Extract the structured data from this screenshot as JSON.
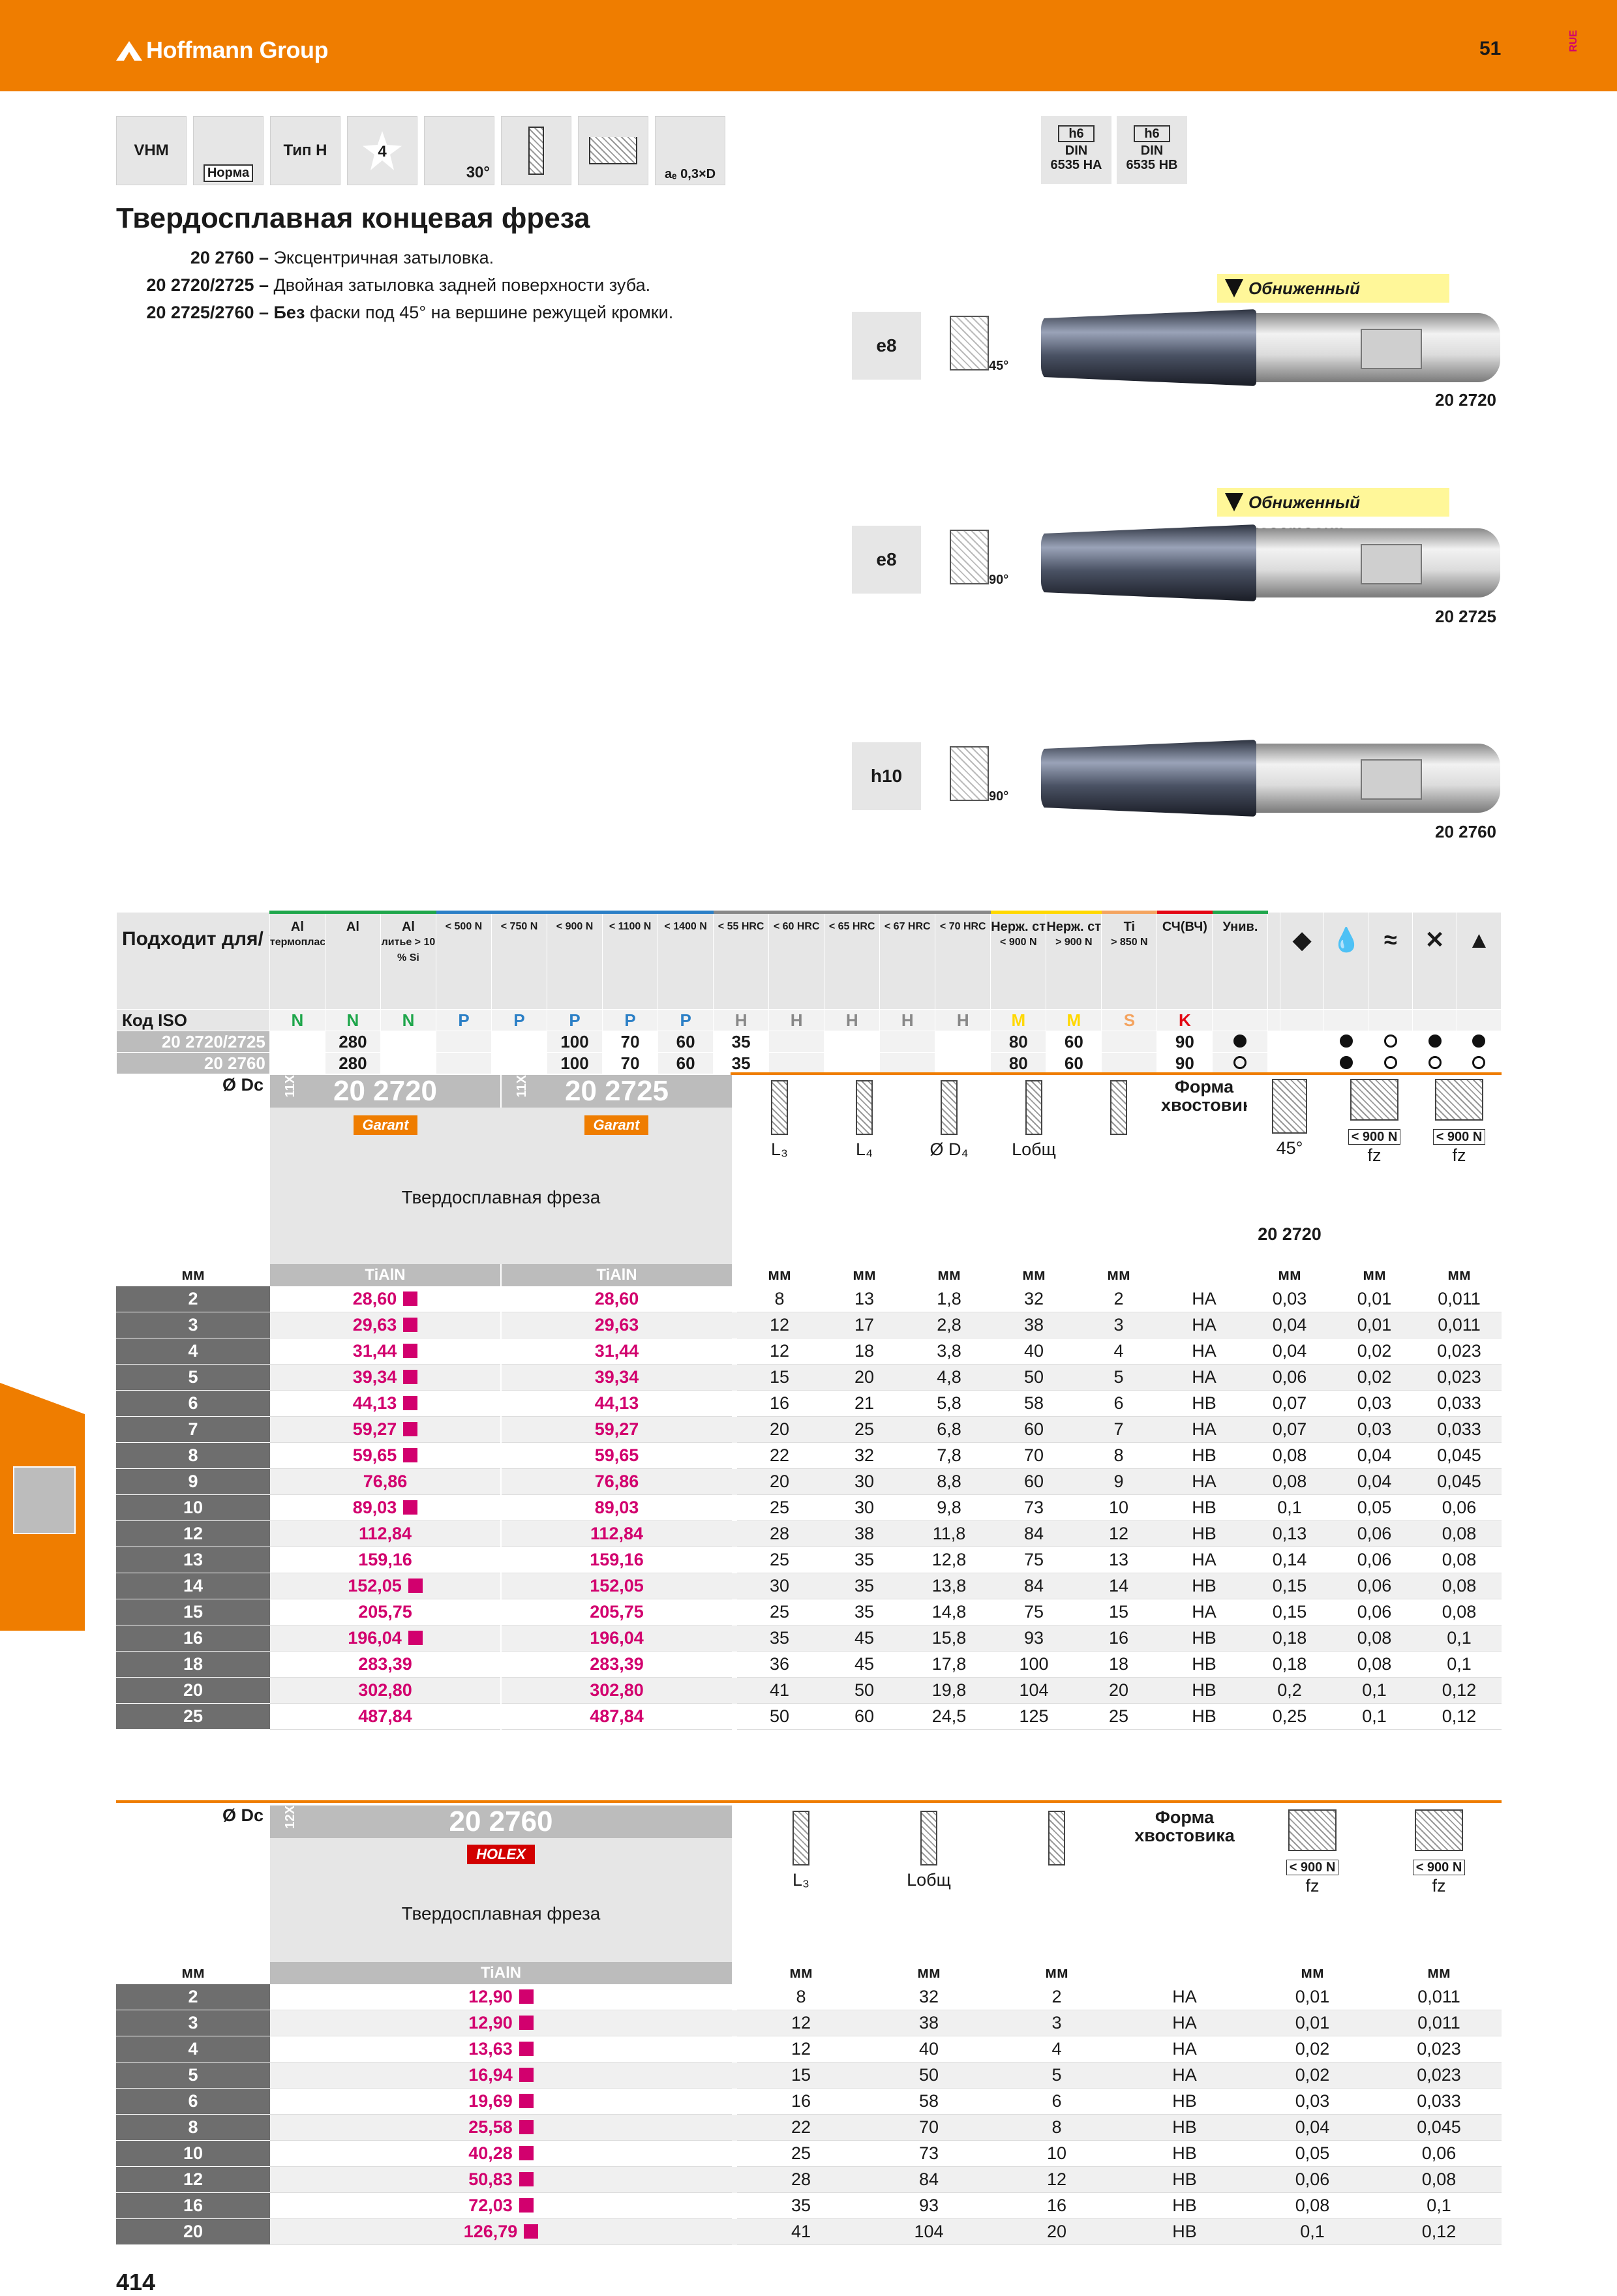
{
  "header": {
    "brand": "Hoffmann Group",
    "page_number": "51",
    "region_code": "RUE"
  },
  "icons": [
    {
      "label": "VHM"
    },
    {
      "label": "Норма"
    },
    {
      "label": "Тип H"
    },
    {
      "label": "4"
    },
    {
      "label": "30°"
    },
    {
      "label": ""
    },
    {
      "label": ""
    },
    {
      "label": "aₑ 0,3×D"
    }
  ],
  "din_boxes": [
    {
      "h6": "h6",
      "din": "DIN",
      "std": "6535 HA"
    },
    {
      "h6": "h6",
      "din": "DIN",
      "std": "6535 HB"
    }
  ],
  "title": "Твердосплавная концевая фреза",
  "notes": [
    {
      "code": "20 2760 –",
      "text": "Эксцентричная затыловка."
    },
    {
      "code": "20 2720/2725 –",
      "text": "Двойная затыловка задней поверхности зуба."
    },
    {
      "code": "20 2725/2760 –",
      "text_bold": "Без",
      "text": " фаски под 45° на вершине режущей кромки."
    }
  ],
  "tools": [
    {
      "tol": "e8",
      "angle": "45°",
      "code": "20 2720",
      "reduced": "Обниженный хвостовик"
    },
    {
      "tol": "e8",
      "angle": "90°",
      "code": "20 2725",
      "reduced": "Обниженный хвостовик"
    },
    {
      "tol": "h10",
      "angle": "90°",
      "code": "20 2760",
      "reduced": ""
    }
  ],
  "material_table": {
    "header_label": "Подходит для/ vc [м/мин]",
    "columns": [
      {
        "name": "Al",
        "sub": "термопласты",
        "iso": "N",
        "color": "#1ea64b"
      },
      {
        "name": "Al",
        "sub": "",
        "iso": "N",
        "color": "#1ea64b"
      },
      {
        "name": "Al",
        "sub": "литье > 10 % Si",
        "iso": "N",
        "color": "#1ea64b"
      },
      {
        "name": "",
        "sub": "< 500 N",
        "iso": "P",
        "color": "#2b7fc6"
      },
      {
        "name": "",
        "sub": "< 750 N",
        "iso": "P",
        "color": "#2b7fc6"
      },
      {
        "name": "",
        "sub": "< 900 N",
        "iso": "P",
        "color": "#2b7fc6"
      },
      {
        "name": "",
        "sub": "< 1100 N",
        "iso": "P",
        "color": "#2b7fc6"
      },
      {
        "name": "",
        "sub": "< 1400 N",
        "iso": "P",
        "color": "#2b7fc6"
      },
      {
        "name": "",
        "sub": "< 55 HRC",
        "iso": "H",
        "color": "#888888"
      },
      {
        "name": "",
        "sub": "< 60 HRC",
        "iso": "H",
        "color": "#888888"
      },
      {
        "name": "",
        "sub": "< 65 HRC",
        "iso": "H",
        "color": "#888888"
      },
      {
        "name": "",
        "sub": "< 67 HRC",
        "iso": "H",
        "color": "#888888"
      },
      {
        "name": "",
        "sub": "< 70 HRC",
        "iso": "H",
        "color": "#888888"
      },
      {
        "name": "Нерж. сталь",
        "sub": "< 900 N",
        "iso": "M",
        "color": "#ffd800"
      },
      {
        "name": "Нерж. сталь",
        "sub": "> 900 N",
        "iso": "M",
        "color": "#ffd800"
      },
      {
        "name": "Ti",
        "sub": "> 850 N",
        "iso": "S",
        "color": "#f4a460"
      },
      {
        "name": "СЧ(ВЧ)",
        "sub": "",
        "iso": "K",
        "color": "#e30613"
      },
      {
        "name": "Унив.",
        "sub": "",
        "iso": "",
        "color": "#1ea64b"
      }
    ],
    "iso_label": "Код ISO",
    "rows": [
      {
        "label": "20 2720/2725",
        "values": [
          "",
          "280",
          "",
          "",
          "",
          "100",
          "70",
          "60",
          "35",
          "",
          "",
          "",
          "",
          "80",
          "60",
          "",
          "90",
          "●"
        ],
        "cool": [
          "",
          "●",
          "○",
          "●",
          "●"
        ]
      },
      {
        "label": "20 2760",
        "values": [
          "",
          "280",
          "",
          "",
          "",
          "100",
          "70",
          "60",
          "35",
          "",
          "",
          "",
          "",
          "80",
          "60",
          "",
          "90",
          "○"
        ],
        "cool": [
          "",
          "●",
          "○",
          "○",
          "○"
        ]
      }
    ]
  },
  "table1": {
    "dc_label": "Ø Dc",
    "pack": "11X",
    "art1": "20 2720",
    "art2": "20 2725",
    "brand": "Garant",
    "product": "Твердосплавная фреза",
    "coating": "TiAlN",
    "col_labels": [
      "L₃",
      "L₄",
      "Ø D₄",
      "Lобщ",
      "",
      "Форма хвостовика",
      "45°",
      "< 900 N",
      "< 900 N"
    ],
    "fz": "fz",
    "sub_code": "20 2720",
    "units": [
      "мм",
      "мм",
      "мм",
      "мм",
      "мм",
      "",
      "мм",
      "мм",
      "мм"
    ],
    "rows": [
      {
        "d": "2",
        "p1": "28,60",
        "sq1": true,
        "p2": "28,60",
        "l3": "8",
        "l4": "13",
        "d4": "1,8",
        "lt": "32",
        "dd": "2",
        "shank": "HA",
        "c": "0,03",
        "f1": "0,01",
        "f2": "0,011"
      },
      {
        "d": "3",
        "p1": "29,63",
        "sq1": true,
        "p2": "29,63",
        "l3": "12",
        "l4": "17",
        "d4": "2,8",
        "lt": "38",
        "dd": "3",
        "shank": "HA",
        "c": "0,04",
        "f1": "0,01",
        "f2": "0,011"
      },
      {
        "d": "4",
        "p1": "31,44",
        "sq1": true,
        "p2": "31,44",
        "l3": "12",
        "l4": "18",
        "d4": "3,8",
        "lt": "40",
        "dd": "4",
        "shank": "HA",
        "c": "0,04",
        "f1": "0,02",
        "f2": "0,023"
      },
      {
        "d": "5",
        "p1": "39,34",
        "sq1": true,
        "p2": "39,34",
        "l3": "15",
        "l4": "20",
        "d4": "4,8",
        "lt": "50",
        "dd": "5",
        "shank": "HA",
        "c": "0,06",
        "f1": "0,02",
        "f2": "0,023"
      },
      {
        "d": "6",
        "p1": "44,13",
        "sq1": true,
        "p2": "44,13",
        "l3": "16",
        "l4": "21",
        "d4": "5,8",
        "lt": "58",
        "dd": "6",
        "shank": "HB",
        "c": "0,07",
        "f1": "0,03",
        "f2": "0,033"
      },
      {
        "d": "7",
        "p1": "59,27",
        "sq1": true,
        "p2": "59,27",
        "l3": "20",
        "l4": "25",
        "d4": "6,8",
        "lt": "60",
        "dd": "7",
        "shank": "HA",
        "c": "0,07",
        "f1": "0,03",
        "f2": "0,033"
      },
      {
        "d": "8",
        "p1": "59,65",
        "sq1": true,
        "p2": "59,65",
        "l3": "22",
        "l4": "32",
        "d4": "7,8",
        "lt": "70",
        "dd": "8",
        "shank": "HB",
        "c": "0,08",
        "f1": "0,04",
        "f2": "0,045"
      },
      {
        "d": "9",
        "p1": "76,86",
        "sq1": false,
        "p2": "76,86",
        "l3": "20",
        "l4": "30",
        "d4": "8,8",
        "lt": "60",
        "dd": "9",
        "shank": "HA",
        "c": "0,08",
        "f1": "0,04",
        "f2": "0,045"
      },
      {
        "d": "10",
        "p1": "89,03",
        "sq1": true,
        "p2": "89,03",
        "l3": "25",
        "l4": "30",
        "d4": "9,8",
        "lt": "73",
        "dd": "10",
        "shank": "HB",
        "c": "0,1",
        "f1": "0,05",
        "f2": "0,06"
      },
      {
        "d": "12",
        "p1": "112,84",
        "sq1": false,
        "p2": "112,84",
        "l3": "28",
        "l4": "38",
        "d4": "11,8",
        "lt": "84",
        "dd": "12",
        "shank": "HB",
        "c": "0,13",
        "f1": "0,06",
        "f2": "0,08"
      },
      {
        "d": "13",
        "p1": "159,16",
        "sq1": false,
        "p2": "159,16",
        "l3": "25",
        "l4": "35",
        "d4": "12,8",
        "lt": "75",
        "dd": "13",
        "shank": "HA",
        "c": "0,14",
        "f1": "0,06",
        "f2": "0,08"
      },
      {
        "d": "14",
        "p1": "152,05",
        "sq1": true,
        "p2": "152,05",
        "l3": "30",
        "l4": "35",
        "d4": "13,8",
        "lt": "84",
        "dd": "14",
        "shank": "HB",
        "c": "0,15",
        "f1": "0,06",
        "f2": "0,08"
      },
      {
        "d": "15",
        "p1": "205,75",
        "sq1": false,
        "p2": "205,75",
        "l3": "25",
        "l4": "35",
        "d4": "14,8",
        "lt": "75",
        "dd": "15",
        "shank": "HA",
        "c": "0,15",
        "f1": "0,06",
        "f2": "0,08"
      },
      {
        "d": "16",
        "p1": "196,04",
        "sq1": true,
        "p2": "196,04",
        "l3": "35",
        "l4": "45",
        "d4": "15,8",
        "lt": "93",
        "dd": "16",
        "shank": "HB",
        "c": "0,18",
        "f1": "0,08",
        "f2": "0,1"
      },
      {
        "d": "18",
        "p1": "283,39",
        "sq1": false,
        "p2": "283,39",
        "l3": "36",
        "l4": "45",
        "d4": "17,8",
        "lt": "100",
        "dd": "18",
        "shank": "HB",
        "c": "0,18",
        "f1": "0,08",
        "f2": "0,1"
      },
      {
        "d": "20",
        "p1": "302,80",
        "sq1": false,
        "p2": "302,80",
        "l3": "41",
        "l4": "50",
        "d4": "19,8",
        "lt": "104",
        "dd": "20",
        "shank": "HB",
        "c": "0,2",
        "f1": "0,1",
        "f2": "0,12"
      },
      {
        "d": "25",
        "p1": "487,84",
        "sq1": false,
        "p2": "487,84",
        "l3": "50",
        "l4": "60",
        "d4": "24,5",
        "lt": "125",
        "dd": "25",
        "shank": "HB",
        "c": "0,25",
        "f1": "0,1",
        "f2": "0,12"
      }
    ]
  },
  "table2": {
    "dc_label": "Ø Dc",
    "pack": "12X",
    "art": "20 2760",
    "brand": "HOLEX",
    "product": "Твердосплавная фреза",
    "coating": "TiAlN",
    "col_labels": [
      "L₃",
      "Lобщ",
      "",
      "Форма хвостовика",
      "< 900 N",
      "< 900 N"
    ],
    "fz": "fz",
    "units": [
      "мм",
      "мм",
      "мм",
      "",
      "мм",
      "мм"
    ],
    "rows": [
      {
        "d": "2",
        "p": "12,90",
        "l3": "8",
        "lt": "32",
        "dd": "2",
        "shank": "HA",
        "f1": "0,01",
        "f2": "0,011"
      },
      {
        "d": "3",
        "p": "12,90",
        "l3": "12",
        "lt": "38",
        "dd": "3",
        "shank": "HA",
        "f1": "0,01",
        "f2": "0,011"
      },
      {
        "d": "4",
        "p": "13,63",
        "l3": "12",
        "lt": "40",
        "dd": "4",
        "shank": "HA",
        "f1": "0,02",
        "f2": "0,023"
      },
      {
        "d": "5",
        "p": "16,94",
        "l3": "15",
        "lt": "50",
        "dd": "5",
        "shank": "HA",
        "f1": "0,02",
        "f2": "0,023"
      },
      {
        "d": "6",
        "p": "19,69",
        "l3": "16",
        "lt": "58",
        "dd": "6",
        "shank": "HB",
        "f1": "0,03",
        "f2": "0,033"
      },
      {
        "d": "8",
        "p": "25,58",
        "l3": "22",
        "lt": "70",
        "dd": "8",
        "shank": "HB",
        "f1": "0,04",
        "f2": "0,045"
      },
      {
        "d": "10",
        "p": "40,28",
        "l3": "25",
        "lt": "73",
        "dd": "10",
        "shank": "HB",
        "f1": "0,05",
        "f2": "0,06"
      },
      {
        "d": "12",
        "p": "50,83",
        "l3": "28",
        "lt": "84",
        "dd": "12",
        "shank": "HB",
        "f1": "0,06",
        "f2": "0,08"
      },
      {
        "d": "16",
        "p": "72,03",
        "l3": "35",
        "lt": "93",
        "dd": "16",
        "shank": "HB",
        "f1": "0,08",
        "f2": "0,1"
      },
      {
        "d": "20",
        "p": "126,79",
        "l3": "41",
        "lt": "104",
        "dd": "20",
        "shank": "HB",
        "f1": "0,1",
        "f2": "0,12"
      }
    ]
  },
  "footer": {
    "page_number": "414"
  }
}
